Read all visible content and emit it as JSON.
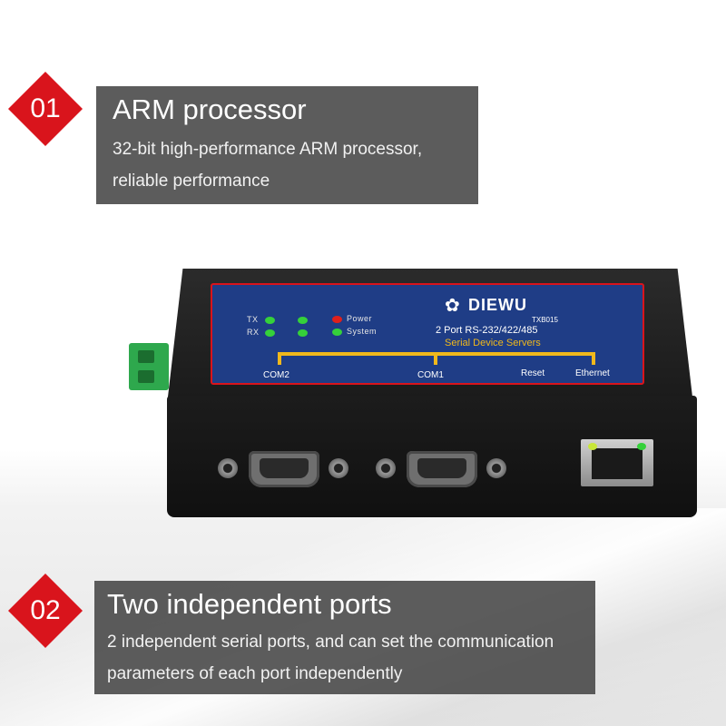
{
  "features": [
    {
      "number": "01",
      "title": "ARM processor",
      "description_line1": "32-bit high-performance ARM processor,",
      "description_line2": "reliable performance"
    },
    {
      "number": "02",
      "title": "Two independent ports",
      "description_line1": "2 independent serial ports, and can set the communication",
      "description_line2": "parameters of each port independently"
    }
  ],
  "device": {
    "brand": "DIEWU",
    "model": "TXB015",
    "product_line1": "2 Port RS-232/422/485",
    "product_line2": "Serial Device Servers",
    "led_tx": "TX",
    "led_rx": "RX",
    "led_power": "Power",
    "led_system": "System",
    "port_com2": "COM2",
    "port_com1": "COM1",
    "port_reset": "Reset",
    "port_ethernet": "Ethernet"
  },
  "colors": {
    "accent_red": "#d9141c",
    "panel_gray": "#464646",
    "plate_blue": "#1f3d86",
    "rail_yellow": "#f0b81c",
    "led_green": "#35d13a",
    "led_red": "#e0201c"
  }
}
